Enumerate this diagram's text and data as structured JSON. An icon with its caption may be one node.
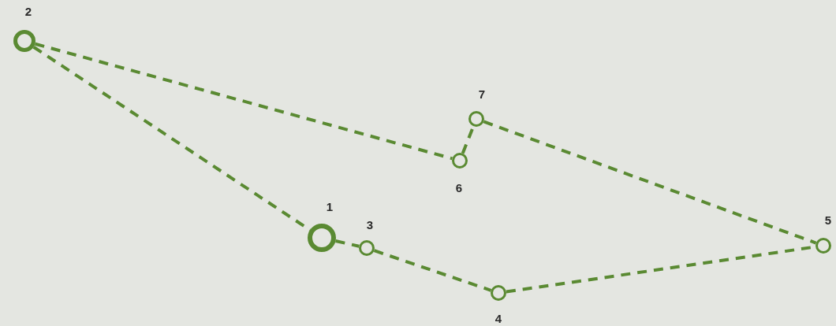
{
  "diagram": {
    "nodes": [
      {
        "text": [],
        "shape": "circle",
        "beside": [
          "2"
        ]
      },
      {
        "text": [],
        "shape": "circle",
        "beside": [
          "7"
        ]
      },
      {
        "text": [],
        "shape": "circle",
        "beside": [
          "6"
        ]
      },
      {
        "text": [],
        "shape": "circle",
        "beside": [
          "1"
        ]
      },
      {
        "text": [],
        "shape": "circle",
        "beside": [
          "3"
        ]
      },
      {
        "text": [],
        "shape": "circle",
        "beside": [
          "5"
        ]
      },
      {
        "text": [],
        "shape": "circle",
        "beside": [
          "4"
        ]
      }
    ],
    "edges": [
      {
        "from": 0,
        "to": 2,
        "arrow": "none",
        "style": "dashed"
      },
      {
        "from": 0,
        "to": 3,
        "arrow": "none",
        "style": "dashed"
      },
      {
        "from": 2,
        "to": 1,
        "arrow": "none",
        "style": "dashed"
      },
      {
        "from": 1,
        "to": 5,
        "arrow": "none",
        "style": "dashed"
      },
      {
        "from": 3,
        "to": 4,
        "arrow": "none",
        "style": "dashed"
      },
      {
        "from": 4,
        "to": 6,
        "arrow": "none",
        "style": "dashed"
      },
      {
        "from": 6,
        "to": 5,
        "arrow": "none",
        "style": "dashed"
      }
    ]
  }
}
